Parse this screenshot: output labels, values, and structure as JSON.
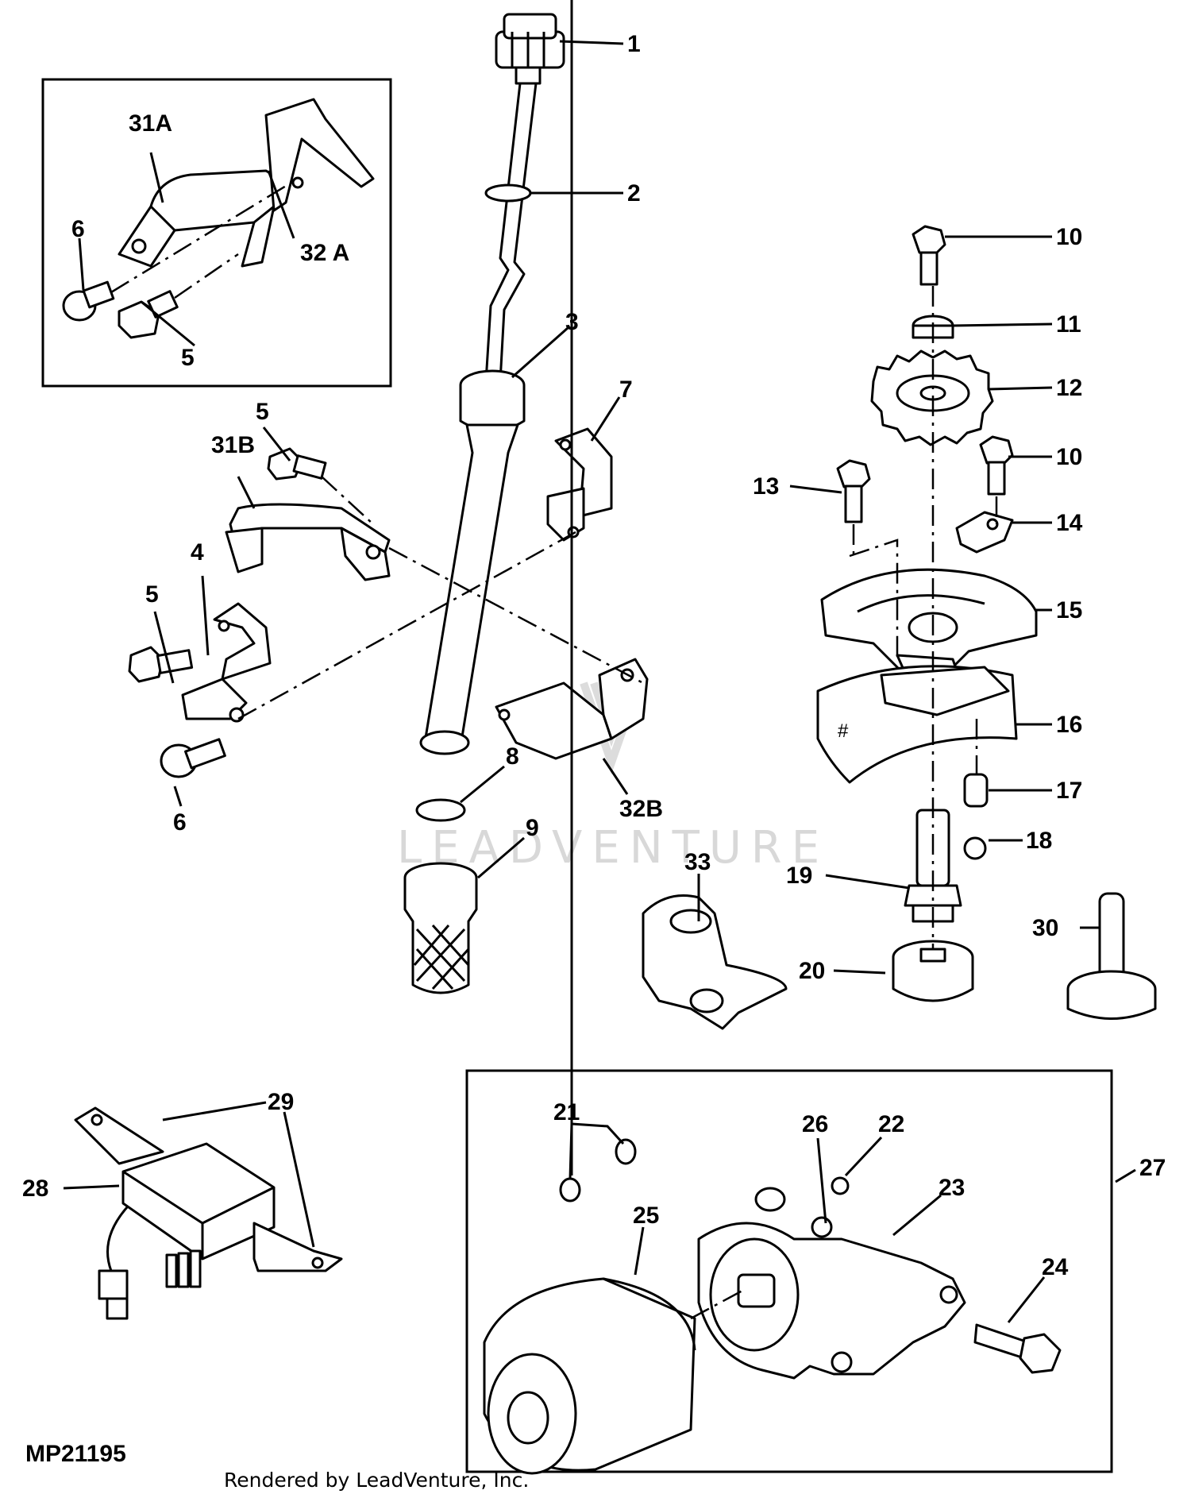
{
  "labels": {
    "p1": "1",
    "p2": "2",
    "p3": "3",
    "p4": "4",
    "p5a": "5",
    "p5b": "5",
    "p5c": "5",
    "p6a": "6",
    "p6b": "6",
    "p7": "7",
    "p8": "8",
    "p9": "9",
    "p10a": "10",
    "p10b": "10",
    "p11": "11",
    "p12": "12",
    "p13": "13",
    "p14": "14",
    "p15": "15",
    "p16": "16",
    "p17": "17",
    "p18": "18",
    "p19": "19",
    "p20": "20",
    "p21": "21",
    "p22": "22",
    "p23": "23",
    "p24": "24",
    "p25": "25",
    "p26": "26",
    "p27": "27",
    "p28": "28",
    "p29": "29",
    "p30": "30",
    "p31a": "31A",
    "p31b": "31B",
    "p32a": "32 A",
    "p32b": "32B",
    "p33": "33"
  },
  "footer": {
    "diagram_id": "MP21195",
    "credit": "Rendered by LeadVenture, Inc."
  },
  "watermark": "LEADVENTURE"
}
